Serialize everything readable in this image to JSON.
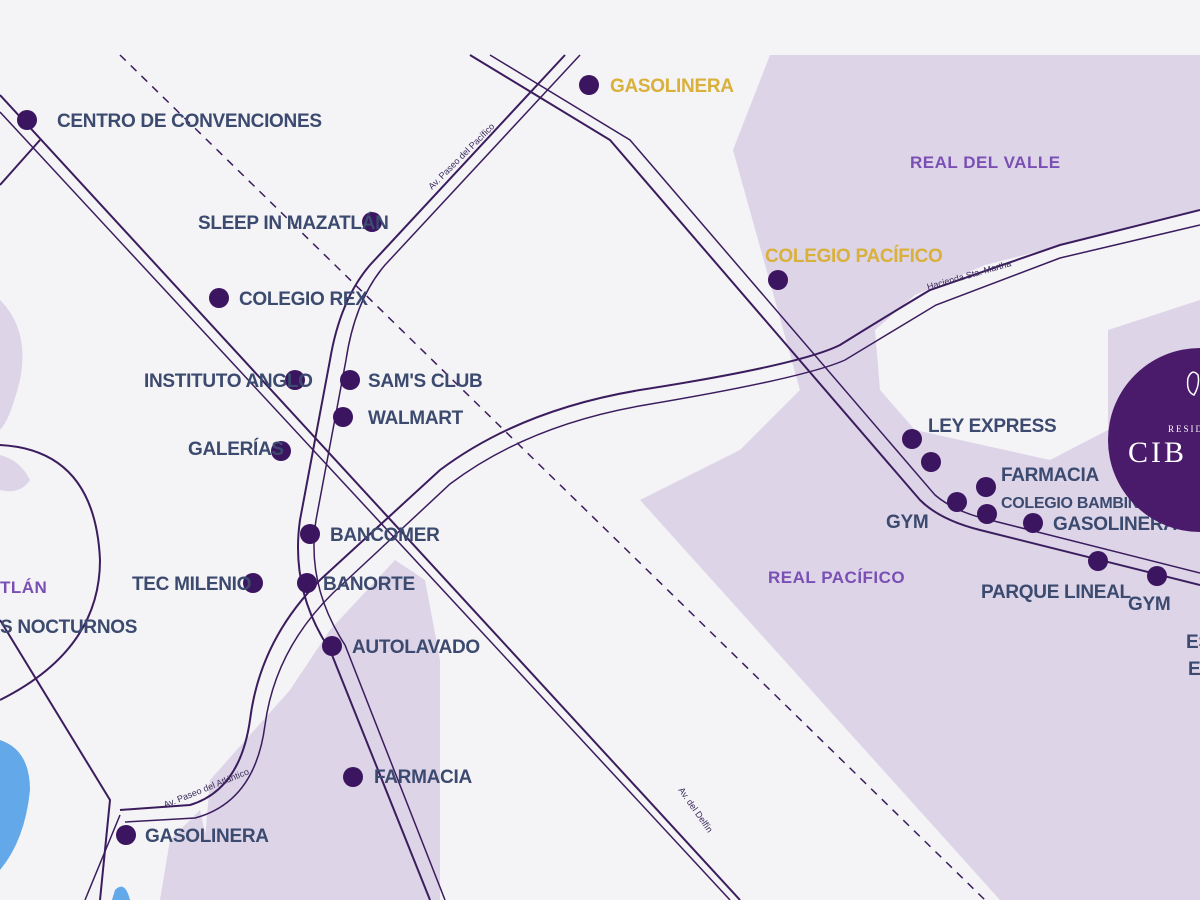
{
  "brand": {
    "small_text": "RESID",
    "name": "CIB",
    "color": "#4a1a6b"
  },
  "colors": {
    "background": "#f4f3f6",
    "zone": "#ddd4e8",
    "road": "#3b1d5e",
    "poi_dot": "#3b1560",
    "poi_label": "#3b4a6e",
    "poi_label_highlight": "#d9b13a",
    "area_label": "#7a4fb4",
    "water": "#63a8e8"
  },
  "areas": [
    {
      "id": "real-del-valle",
      "label": "REAL DEL VALLE"
    },
    {
      "id": "real-pacifico",
      "label": "REAL PACÍFICO"
    },
    {
      "id": "mazatlan-partial",
      "label": "TLÁN"
    }
  ],
  "streets": [
    {
      "id": "av-paseo-del-pacifico",
      "label": "Av. Paseo del Pacífico"
    },
    {
      "id": "hacienda-sta-martha",
      "label": "Hacienda Sta. Martha"
    },
    {
      "id": "av-paseo-del-atlantico",
      "label": "Av. Paseo del Atlántico"
    },
    {
      "id": "av-del-delfin",
      "label": "Av. del Delfín"
    }
  ],
  "pois": [
    {
      "id": "centro-convenciones",
      "label": "CENTRO DE CONVENCIONES",
      "highlight": false
    },
    {
      "id": "gasolinera-top",
      "label": "GASOLINERA",
      "highlight": true
    },
    {
      "id": "sleep-in",
      "label": "SLEEP IN MAZATLÁN",
      "highlight": false
    },
    {
      "id": "colegio-rex",
      "label": "COLEGIO REX",
      "highlight": false
    },
    {
      "id": "colegio-pacifico",
      "label": "COLEGIO PACÍFICO",
      "highlight": true
    },
    {
      "id": "instituto-anglo",
      "label": "INSTITUTO ANGLO",
      "highlight": false
    },
    {
      "id": "sams-club",
      "label": "SAM'S CLUB",
      "highlight": false
    },
    {
      "id": "walmart",
      "label": "WALMART",
      "highlight": false
    },
    {
      "id": "galerias",
      "label": "GALERÍAS",
      "highlight": false
    },
    {
      "id": "bancomer",
      "label": "BANCOMER",
      "highlight": false
    },
    {
      "id": "tec-milenio",
      "label": "TEC MILENIO",
      "highlight": false
    },
    {
      "id": "banorte",
      "label": "BANORTE",
      "highlight": false
    },
    {
      "id": "autolavado",
      "label": "AUTOLAVADO",
      "highlight": false
    },
    {
      "id": "farmacia-bottom",
      "label": "FARMACIA",
      "highlight": false
    },
    {
      "id": "gasolinera-bottom",
      "label": "GASOLINERA",
      "highlight": false
    },
    {
      "id": "nocturnos",
      "label": "S NOCTURNOS",
      "highlight": false
    },
    {
      "id": "ley-express",
      "label": "LEY EXPRESS",
      "highlight": false
    },
    {
      "id": "farmacia-right",
      "label": "FARMACIA",
      "highlight": false
    },
    {
      "id": "colegio-bambinos",
      "label": "COLEGIO BAMBINOS",
      "highlight": false
    },
    {
      "id": "gym-left",
      "label": "GYM",
      "highlight": false
    },
    {
      "id": "gasolinera-right",
      "label": "GASOLINERA",
      "highlight": false
    },
    {
      "id": "parque-lineal",
      "label": "PARQUE LINEAL",
      "highlight": false
    },
    {
      "id": "gym-right",
      "label": "GYM",
      "highlight": false
    },
    {
      "id": "edge-label-1",
      "label": "ES",
      "highlight": false
    },
    {
      "id": "edge-label-2",
      "label": "E",
      "highlight": false
    }
  ]
}
